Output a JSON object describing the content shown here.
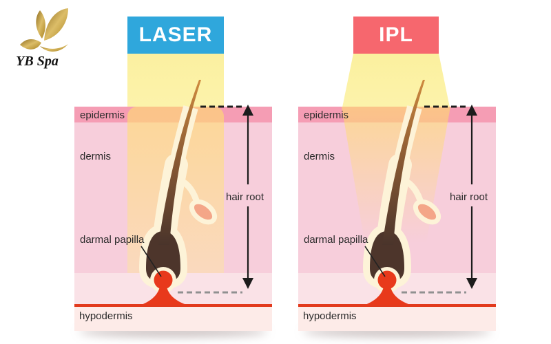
{
  "logo": {
    "brand": "YB Spa",
    "icon": "butterfly-icon"
  },
  "panels": [
    {
      "id": "laser",
      "title": "LASER",
      "header_color": "#2fa7dc",
      "beam_type": "collimated",
      "labels": {
        "epidermis": "epidermis",
        "dermis": "dermis",
        "papilla": "darmal papilla",
        "hair_root": "hair root",
        "hypodermis": "hypodermis"
      }
    },
    {
      "id": "ipl",
      "title": "IPL",
      "header_color": "#f6676e",
      "beam_type": "divergent",
      "labels": {
        "epidermis": "epidermis",
        "dermis": "dermis",
        "papilla": "darmal papilla",
        "hair_root": "hair root",
        "hypodermis": "hypodermis"
      }
    }
  ],
  "colors": {
    "laser_header": "#2fa7dc",
    "ipl_header": "#f6676e",
    "beam_yellow": "#fbf0a0",
    "epidermis_pink": "#f59db4",
    "dermis_pink": "#f7cedb",
    "upper_hypodermis_pink": "#fae2e7",
    "hypodermis_pink": "#fdebe8",
    "vessel_red": "#e23a1d",
    "papilla_red": "#e8391b",
    "follicle_cream": "#fdf3d8",
    "hair_dark_brown": "#43302a",
    "hair_light_brown": "#cf8a3e",
    "gland_salmon": "#f4a688",
    "logo_gold": "#c49a3f"
  }
}
